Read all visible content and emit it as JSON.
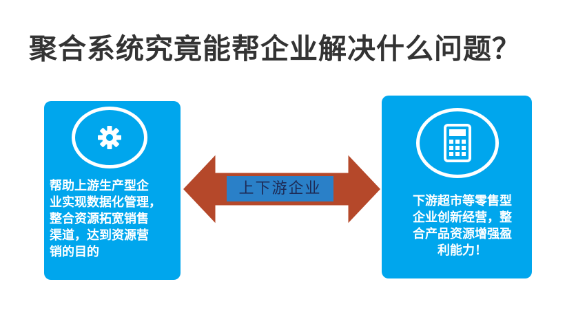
{
  "slide": {
    "title": "聚合系统究竟能帮企业解决什么问题？"
  },
  "left_card": {
    "icon": "gear-icon",
    "text": "帮助上游生产型企\n业实现数据化管理，\n整合资源拓宽销售\n渠道，达到资源营\n销的目的"
  },
  "right_card": {
    "icon": "calculator-icon",
    "text": "下游超市等零售型\n企业创新经营，整\n合产品资源增强盈\n利能力！"
  },
  "arrow": {
    "label": "上下游企业"
  },
  "colors": {
    "card_bg": "#00a6ed",
    "arrow_fill": "#b5482a",
    "label_bg": "#2a80c8",
    "title_text": "#333333"
  }
}
